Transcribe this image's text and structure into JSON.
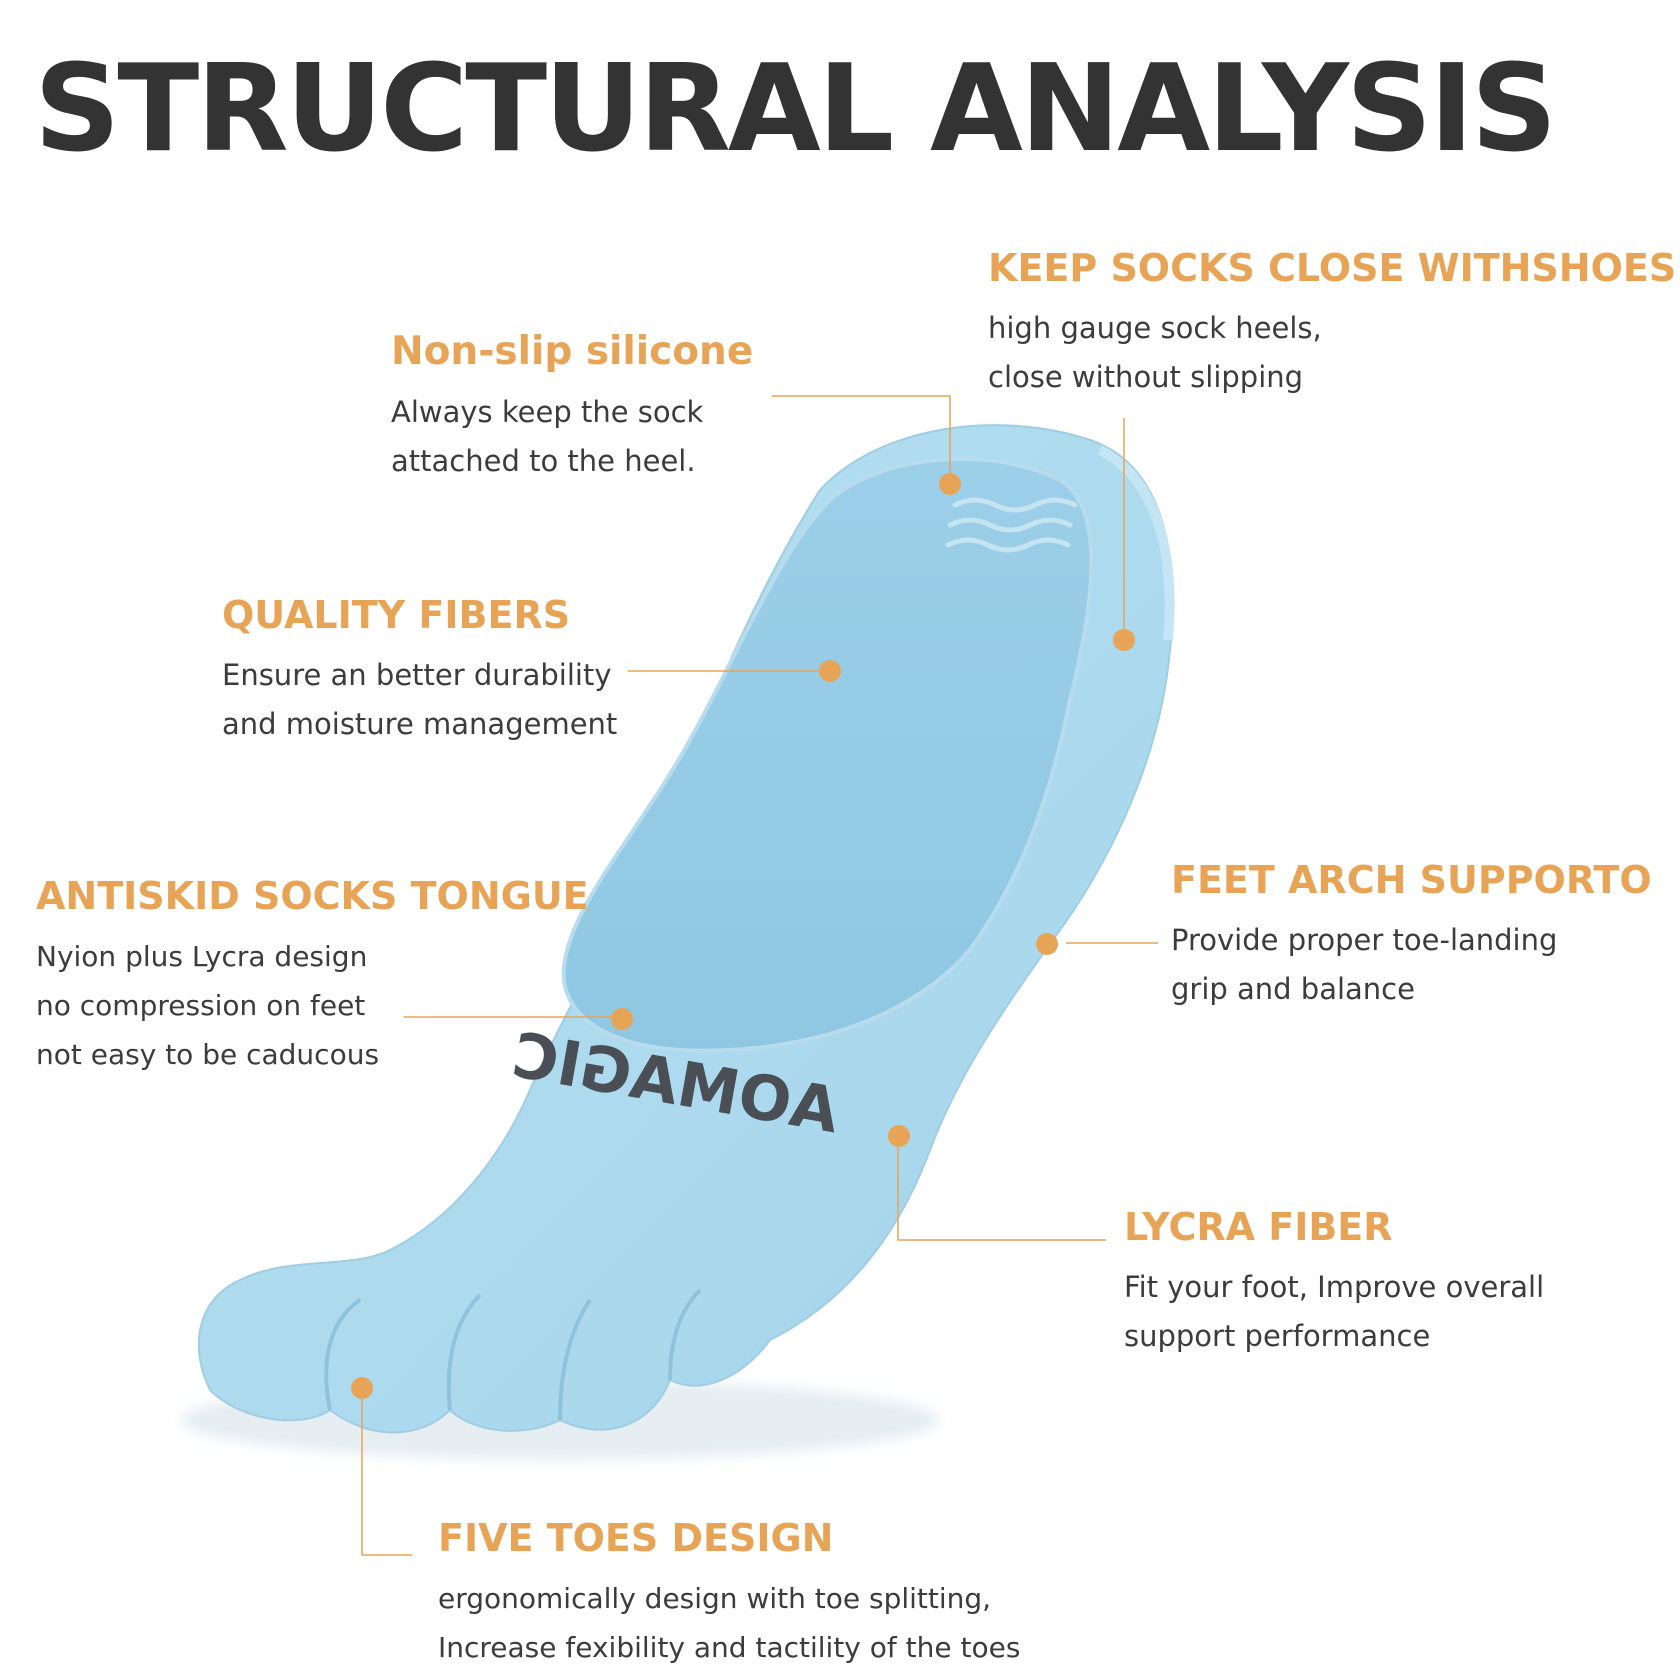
{
  "title": "STRUCTURAL ANALYSIS",
  "colors": {
    "accent": "#E8A456",
    "title": "#333333",
    "text": "#3c3c3c",
    "sock": "#A9D9EE"
  },
  "sock": {
    "brand_text": "AOMAGIC"
  },
  "callouts": {
    "keep_close": {
      "heading": "KEEP SOCKS CLOSE WITHSHOES",
      "lines": [
        "high gauge sock heels,",
        "close without slipping"
      ]
    },
    "non_slip": {
      "heading": "Non-slip silicone",
      "lines": [
        "Always keep the sock",
        "attached to the heel."
      ]
    },
    "quality_fibers": {
      "heading": "QUALITY FIBERS",
      "lines": [
        "Ensure an better durability",
        "and moisture management"
      ]
    },
    "antiskid": {
      "heading": "ANTISKID SOCKS TONGUE",
      "lines": [
        "Nyion plus Lycra design",
        "no compression on feet",
        "not easy to be caducous"
      ]
    },
    "arch_support": {
      "heading": "FEET ARCH SUPPORTO",
      "lines": [
        "Provide proper toe-landing",
        "grip and balance"
      ]
    },
    "lycra": {
      "heading": "LYCRA FIBER",
      "lines": [
        "Fit your foot, Improve overall",
        "support performance"
      ]
    },
    "five_toes": {
      "heading": "FIVE TOES DESIGN",
      "lines": [
        "ergonomically design with toe splitting,",
        "Increase fexibility and tactility of the toes"
      ]
    }
  }
}
